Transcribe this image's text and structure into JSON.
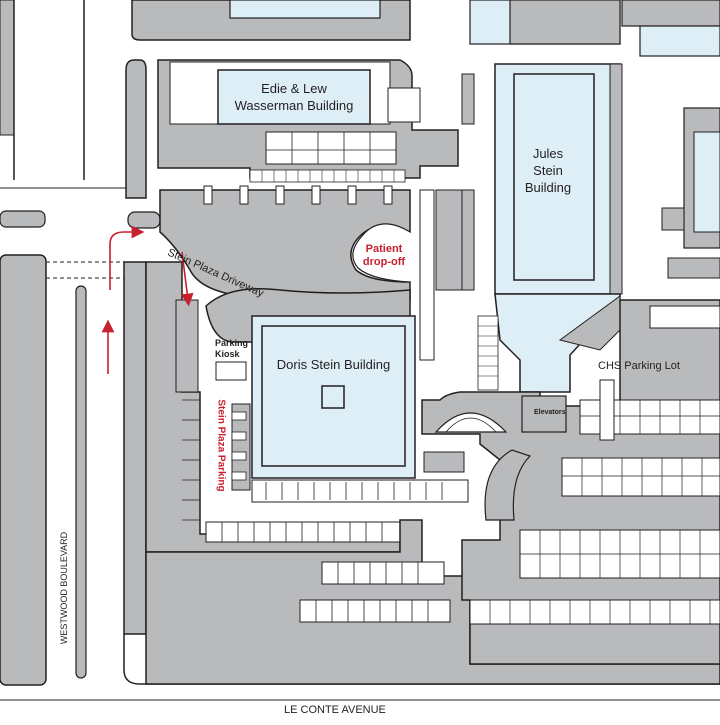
{
  "buildings": {
    "wasserman": {
      "line1": "Edie & Lew",
      "line2": "Wasserman Building"
    },
    "jules_stein": {
      "line1": "Jules",
      "line2": "Stein",
      "line3": "Building"
    },
    "doris_stein": {
      "name": "Doris Stein Building"
    }
  },
  "labels": {
    "patient_dropoff_1": "Patient",
    "patient_dropoff_2": "drop-off",
    "driveway": "Stein Plaza Driveway",
    "parking_kiosk_1": "Parking",
    "parking_kiosk_2": "Kiosk",
    "stein_plaza_parking": "Stein Plaza Parking",
    "chs_parking_lot": "CHS Parking Lot",
    "elevators": "Elevators"
  },
  "streets": {
    "westwood": "WESTWOOD BOULEVARD",
    "le_conte": "LE CONTE AVENUE"
  },
  "colors": {
    "building_fill": "#ddeef7",
    "gray_fill": "#b9babc",
    "stroke": "#231f20",
    "accent_red": "#c8202e"
  }
}
